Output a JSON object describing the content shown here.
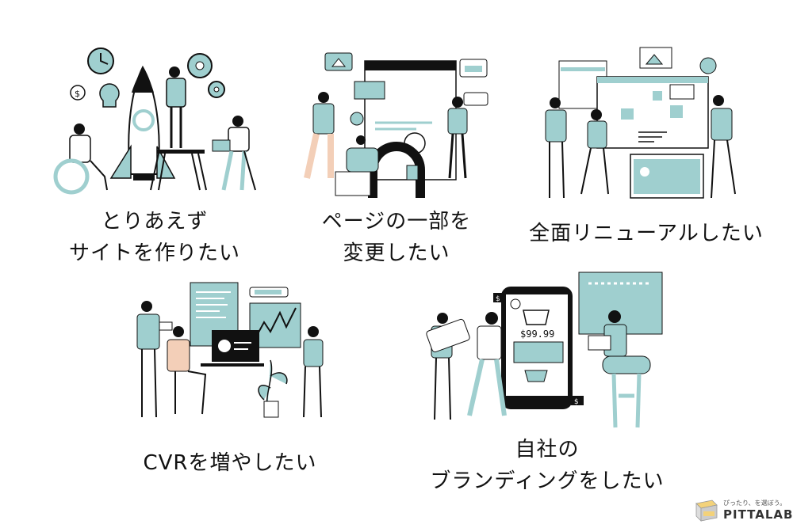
{
  "captions": [
    {
      "lines": [
        "とりあえず",
        "サイトを作りたい"
      ]
    },
    {
      "lines": [
        "ページの一部を",
        "変更したい"
      ]
    },
    {
      "lines": [
        "全面リニューアルしたい"
      ]
    },
    {
      "lines": [
        "CVRを増やしたい"
      ]
    },
    {
      "lines": [
        "自社の",
        "ブランディングをしたい"
      ]
    }
  ],
  "illustration_texts": {
    "price": "$99.99"
  },
  "logo": {
    "tagline": "ぴったり、を選ぼう。",
    "name": "PITTALAB"
  },
  "colors": {
    "accent": "#9fcfcf",
    "ink": "#111111",
    "skin": "#f3cfb8",
    "logo_yellow": "#f3d27a"
  },
  "icons": [
    "rocket-icon",
    "clock-icon",
    "gear-icon",
    "lightbulb-icon",
    "dollar-icon",
    "shopping-basket-icon",
    "chart-icon",
    "image-icon"
  ]
}
